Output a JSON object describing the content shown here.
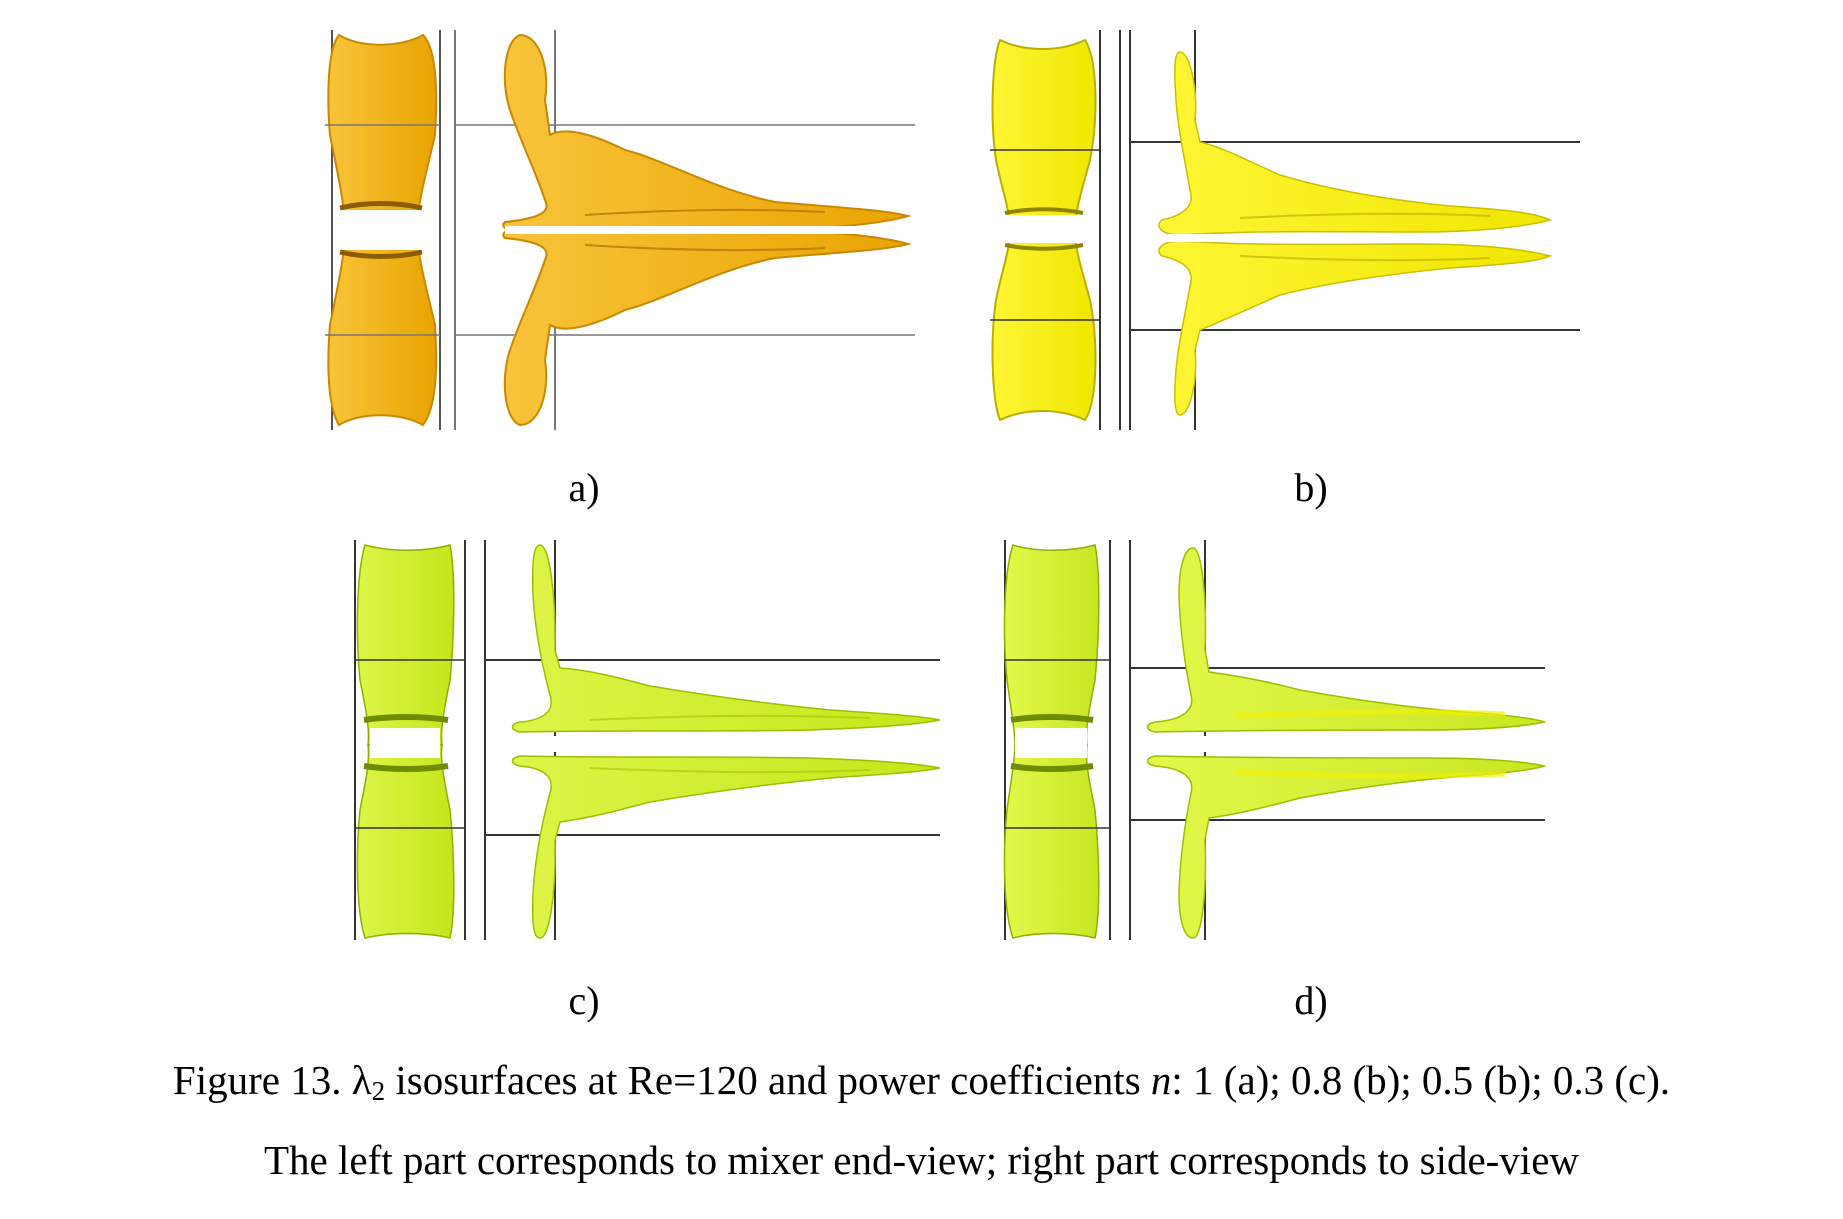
{
  "panels": [
    {
      "id": "a",
      "label": "a)",
      "color": "#F5B30A",
      "shade": "#B97D00"
    },
    {
      "id": "b",
      "label": "b)",
      "color": "#F8F00E",
      "shade": "#A8A000"
    },
    {
      "id": "c",
      "label": "c)",
      "color": "#D2EE28",
      "shade": "#7B9A00"
    },
    {
      "id": "d",
      "label": "d)",
      "color": "#D5EE24",
      "shade": "#789800"
    }
  ],
  "caption": {
    "figure_number": "Figure 13.",
    "lambda_symbol": "λ",
    "lambda_subscript": "2",
    "line1_text_a": "isosurfaces at Re=120 and power coefficients",
    "variable": "n",
    "line1_text_b": ": 1 (a); 0.8 (b); 0.5 (b); 0.3 (c).",
    "line2": "The left part corresponds to mixer end-view; right part corresponds to side-view"
  }
}
